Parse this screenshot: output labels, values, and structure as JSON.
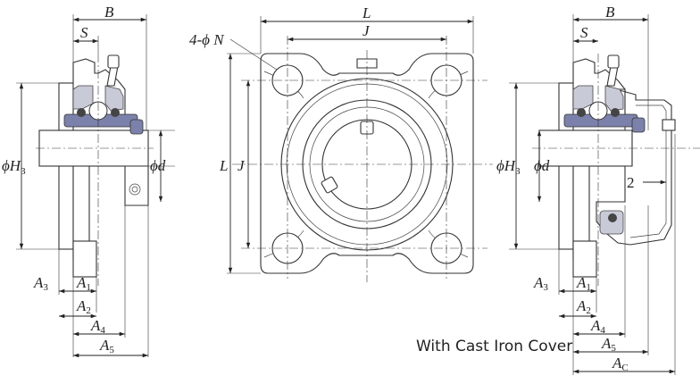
{
  "left_view": {
    "labels": {
      "B": "B",
      "S": "S",
      "phiH": "ϕH",
      "H_sub": "3",
      "phid": "ϕd",
      "A": "A",
      "sub1": "1",
      "sub2": "2",
      "sub3": "3",
      "sub4": "4",
      "sub5": "5"
    }
  },
  "front_view": {
    "labels": {
      "L_top": "L",
      "J_top": "J",
      "four_phi_N": "4-ϕ N",
      "L_side": "L",
      "J_side": "J"
    }
  },
  "right_view": {
    "labels": {
      "B": "B",
      "S": "S",
      "phiH": "ϕH",
      "H_sub": "3",
      "phid": "ϕd",
      "two": "2",
      "A": "A",
      "sub1": "1",
      "sub2": "2",
      "sub3": "3",
      "sub4": "4",
      "sub5": "5",
      "subC": "C"
    },
    "caption": "With Cast Iron Cover"
  },
  "colors": {
    "section_fill": "#c9cad8",
    "seal_blue": "#7b81aa",
    "line": "#333333"
  }
}
